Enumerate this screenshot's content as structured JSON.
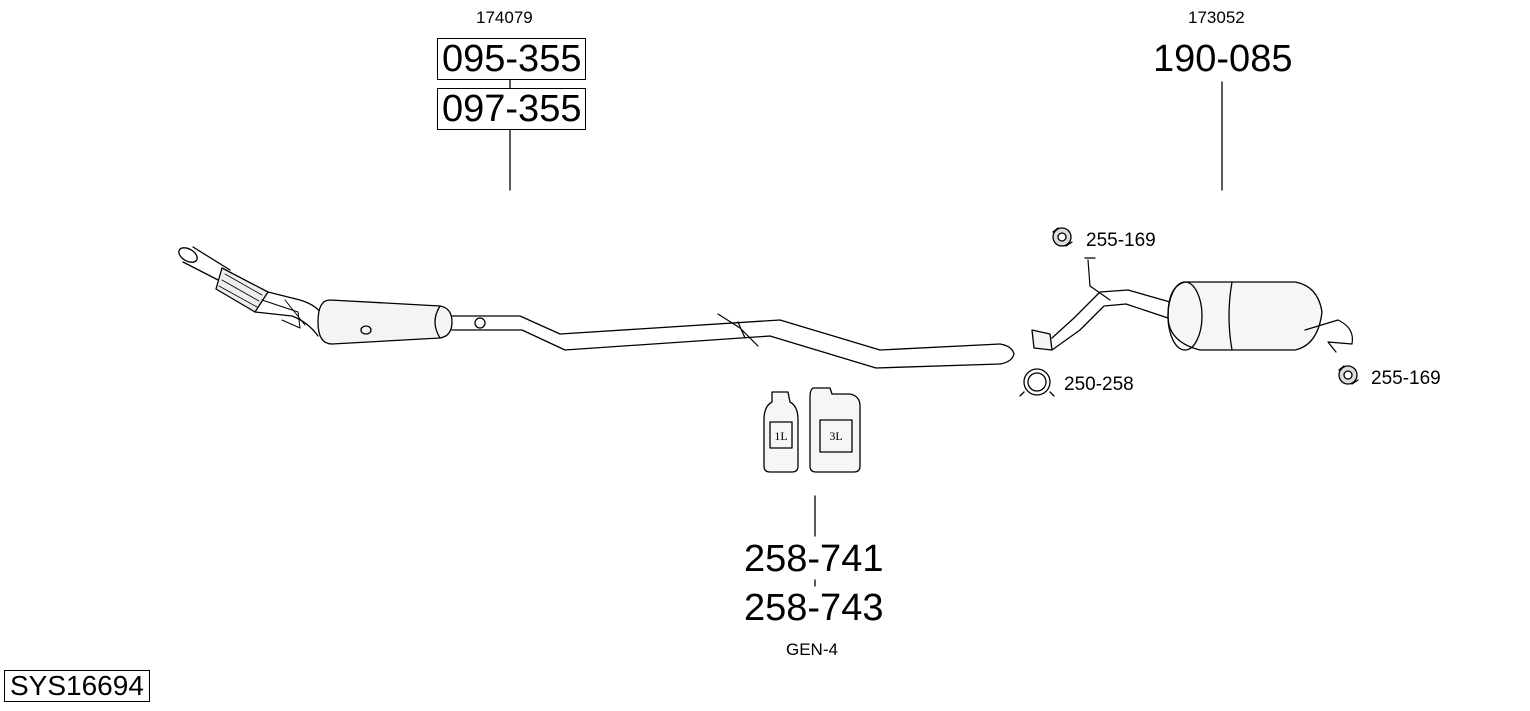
{
  "groups": {
    "front": {
      "ref": "174079",
      "parts": [
        "095-355",
        "097-355"
      ]
    },
    "rear": {
      "ref": "173052",
      "part": "190-085"
    },
    "fluid": {
      "parts": [
        "258-741",
        "258-743"
      ],
      "note": "GEN-4",
      "bottle_small_label": "1L",
      "bottle_large_label": "3L"
    }
  },
  "accessories": {
    "rubber_top": "255-169",
    "clamp": "250-258",
    "rubber_right": "255-169"
  },
  "system_code": "SYS16694"
}
